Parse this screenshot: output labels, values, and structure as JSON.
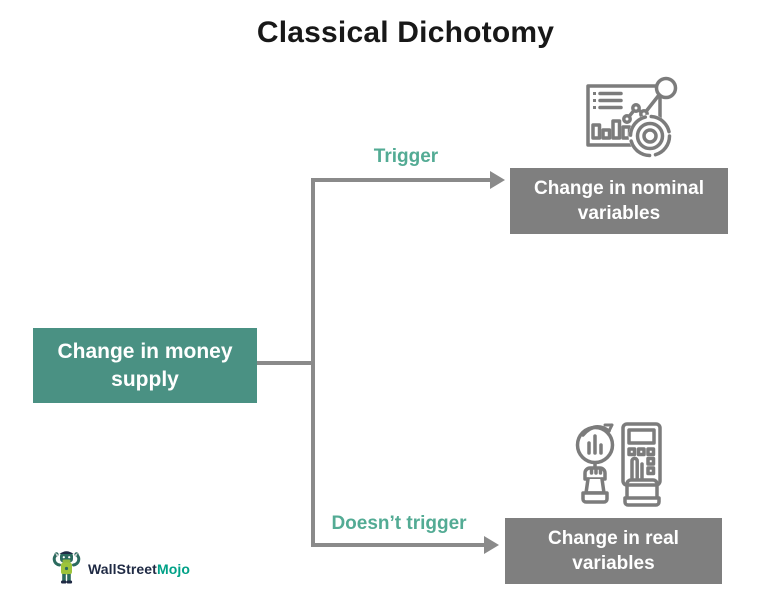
{
  "title": "Classical Dichotomy",
  "source": {
    "label": "Change in money supply"
  },
  "branches": [
    {
      "label": "Trigger",
      "target_label": "Change in nominal variables",
      "icon": "analytics-dashboard-icon"
    },
    {
      "label": "Doesn’t trigger",
      "target_label": "Change in real variables",
      "icon": "magnifier-calculator-icon"
    }
  ],
  "logo": {
    "part1": "WallStreet",
    "part2": "Mojo"
  },
  "colors": {
    "source_box": "#4A9183",
    "target_box": "#7F7F7F",
    "connector": "#8A8A8A",
    "branch_label": "#53AB94",
    "icon_stroke": "#7C7C7C",
    "title_text": "#181818",
    "logo_part1": "#1F2A44",
    "logo_part2": "#00A187"
  }
}
